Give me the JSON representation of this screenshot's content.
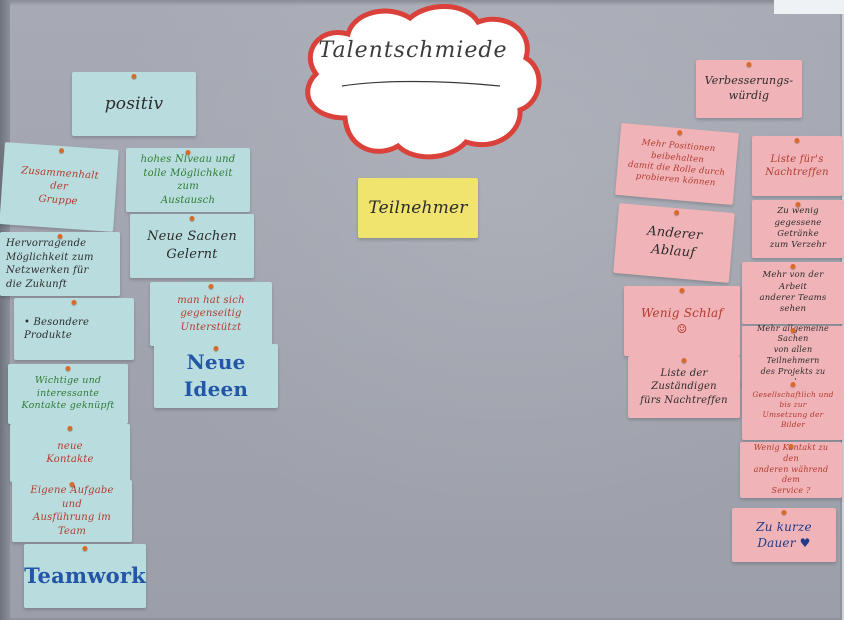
{
  "title": "Talentschmiede",
  "center_card": "Teilnehmer",
  "left_cards": [
    {
      "text": "positiv"
    },
    {
      "text": "Zusammenhalt\nder\nGruppe"
    },
    {
      "text": "hohes Niveau und\ntolle Möglichkeit zum\nAustausch"
    },
    {
      "text": "Hervorragende\nMöglichkeit zum\nNetzwerken für\ndie Zukunft"
    },
    {
      "text": "Neue Sachen\nGelernt"
    },
    {
      "text": "• Besondere Produkte"
    },
    {
      "text": "man hat sich\ngegenseitig Unterstützt"
    },
    {
      "text": "Wichtige und interessante\nKontakte geknüpft"
    },
    {
      "text": "Neue Ideen"
    },
    {
      "text": "neue\nKontakte"
    },
    {
      "text": "Eigene Aufgabe und\nAusführung im Team"
    },
    {
      "text": "Teamwork"
    }
  ],
  "right_cards": [
    {
      "text": "Verbesserungs-\nwürdig"
    },
    {
      "text": "Mehr Positionen beibehalten\ndamit die Rolle durch\nprobieren können"
    },
    {
      "text": "Liste für's\nNachtreffen"
    },
    {
      "text": "Anderer Ablauf"
    },
    {
      "text": "Zu wenig gegessene\nGetränke\nzum Verzehr"
    },
    {
      "text": "Mehr von der Arbeit\nanderer Teams sehen"
    },
    {
      "text": "Wenig Schlaf ☺"
    },
    {
      "text": "Mehr allgemeine Sachen\nvon allen Teilnehmern\ndes Projekts zu machen"
    },
    {
      "text": "Liste der Zuständigen\nfürs Nachtreffen"
    },
    {
      "text": "Gesellschaftlich und\nbis zur\nUmsetzung der\nBilder"
    },
    {
      "text": "Wenig Kontakt zu den\nanderen während dem\nService ?"
    },
    {
      "text": "Zu kurze\nDauer ♥"
    }
  ]
}
